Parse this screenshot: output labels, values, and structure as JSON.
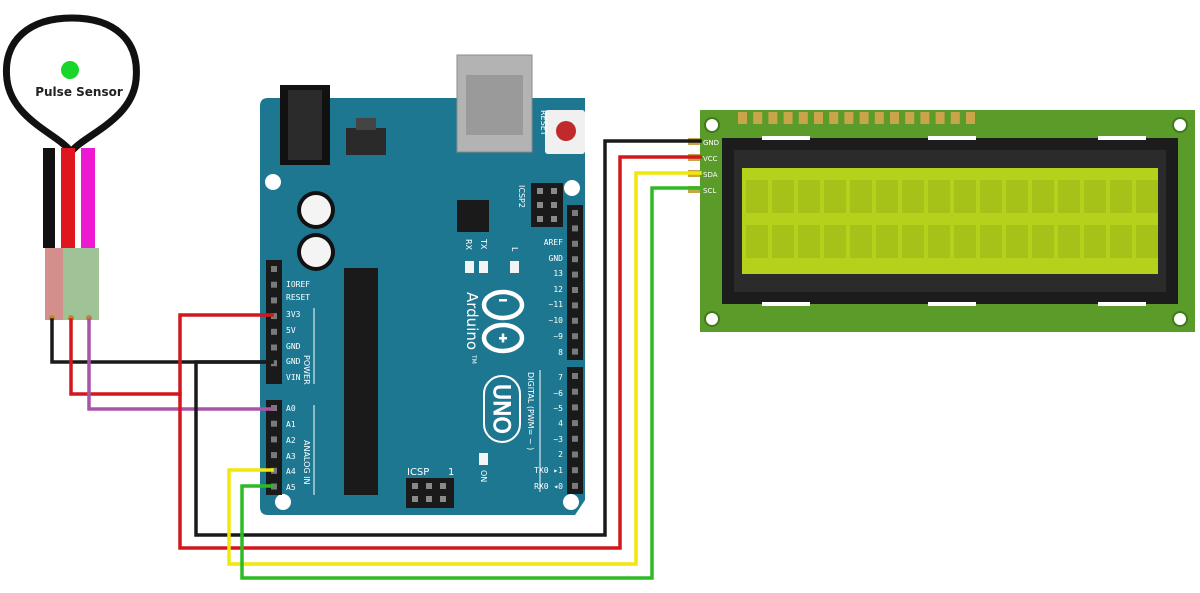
{
  "sensor": {
    "label": "Pulse Sensor"
  },
  "arduino": {
    "brand": "Arduino",
    "model": "UNO",
    "reset_label": "RESET",
    "icsp2_label": "ICSP2",
    "icsp_label": "ICSP",
    "icsp_one": "1",
    "on_label": "ON",
    "rx_label": "RX",
    "tx_label": "TX",
    "l_label": "L",
    "tm": "TM",
    "power_header": "POWER",
    "analog_header": "ANALOG IN",
    "digital_header": "DIGITAL (PWM= ~ )",
    "power_pins": [
      "IOREF",
      "RESET",
      "3V3",
      "5V",
      "GND",
      "GND",
      "VIN"
    ],
    "analog_pins": [
      "A0",
      "A1",
      "A2",
      "A3",
      "A4",
      "A5"
    ],
    "digital_upper": [
      "AREF",
      "GND",
      "13",
      "12",
      "~11",
      "~10",
      "~9",
      "8"
    ],
    "digital_lower": [
      "7",
      "~6",
      "~5",
      "4",
      "~3",
      "2",
      "TX0 ▸1",
      "RX0 ◂0"
    ]
  },
  "lcd": {
    "pins": [
      "GND",
      "VCC",
      "SDA",
      "SCL"
    ]
  },
  "colors": {
    "board": "#1e7791",
    "lcd_pcb": "#5b9b2a",
    "lcd_screen": "#b6d11c",
    "wire_black": "#1a1a1a",
    "wire_red": "#d3171d",
    "wire_yellow": "#f1e70a",
    "wire_green": "#2dbb25",
    "wire_purple": "#a855a8",
    "wire_magenta": "#ee1ad2",
    "sensor_led": "#1bd62a"
  }
}
